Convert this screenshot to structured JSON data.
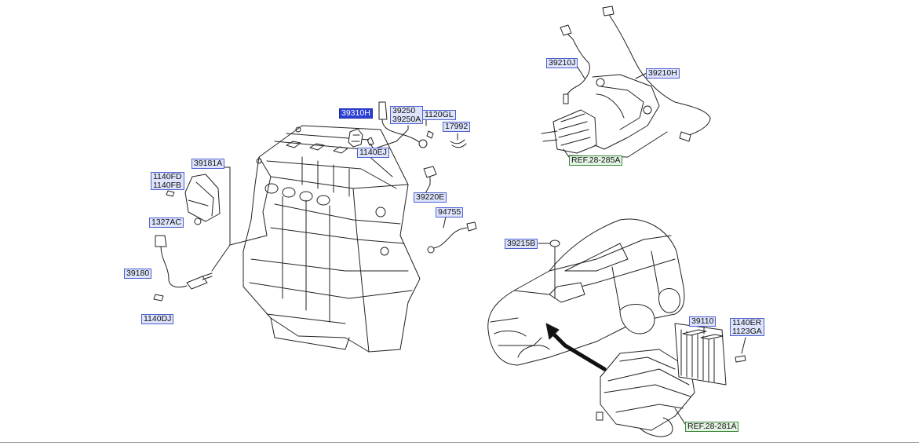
{
  "labels": {
    "p39310H": "39310H",
    "p39250": "39250",
    "p39250A": "39250A",
    "p1120GL": "1120GL",
    "p17992": "17992",
    "p1140EJ": "1140EJ",
    "p39181A": "39181A",
    "p1140FD": "1140FD",
    "p1140FB": "1140FB",
    "p1327AC": "1327AC",
    "p39180": "39180",
    "p1140DJ": "1140DJ",
    "p39220E": "39220E",
    "p94755": "94755",
    "p39210J": "39210J",
    "p39210H": "39210H",
    "pREF28285A": "REF.28-285A",
    "p39215B": "39215B",
    "p39110": "39110",
    "p1140ER": "1140ER",
    "p1123GA": "1123GA",
    "pREF28281A": "REF.28-281A"
  },
  "colors": {
    "label_fill": "#dde4fb",
    "label_border": "#4e5fd1",
    "selected_label_fill": "#2c3fd6",
    "ref_label_border": "#3a8a3a",
    "line": "#222222"
  }
}
